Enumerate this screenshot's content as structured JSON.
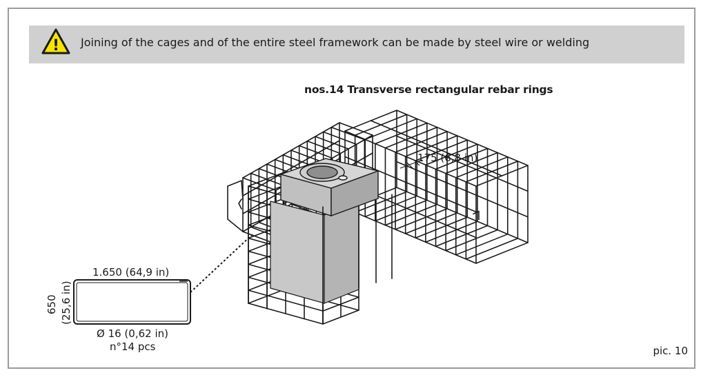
{
  "notice": {
    "icon": "warning-icon",
    "text": "Joining of the cages and of the entire steel framework can be made by steel wire or welding",
    "background": "#d0d0d0",
    "icon_color": "#f7e300"
  },
  "section_title": "nos.14 Transverse rectangular rebar rings",
  "spacing_label": "175 (6,8 in)",
  "ring": {
    "width_label": "1.650 (64,9 in)",
    "height_value": "650",
    "height_inches": "(25,6 in)",
    "diameter_label": "Ø 16 (0,62 in)",
    "count_label": "n°14 pcs"
  },
  "picture_ref": "pic. 10",
  "warning_mark": "!"
}
